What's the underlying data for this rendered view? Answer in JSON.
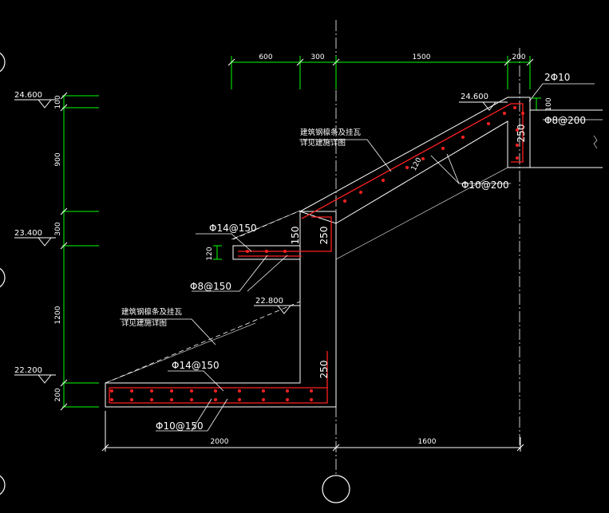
{
  "top_dimensions": [
    "600",
    "300",
    "1500",
    "200"
  ],
  "left_dimensions": [
    "100",
    "900",
    "300",
    "1200",
    "200"
  ],
  "bottom_dimensions": [
    "2000",
    "1600"
  ],
  "levels": [
    "24.600",
    "23.400",
    "22.200",
    "24.600",
    "22.800"
  ],
  "rebar_labels": {
    "top_bars": "2Φ10",
    "beam_stirrup": "Φ8@200",
    "slab_bars": "Φ10@200",
    "ledge_top": "Φ14@150",
    "ledge_bottom": "Φ8@150",
    "base_top": "Φ14@150",
    "base_bottom": "Φ10@150"
  },
  "section_dims": {
    "beam_100": "100",
    "beam_250": "250",
    "slab_120": "120",
    "wall_150": "150",
    "wall_250": "250",
    "ledge_120": "120",
    "base_250": "250"
  },
  "notes": {
    "upper_line1": "建筑钢檩条及挂瓦",
    "upper_line2": "详见建施详图",
    "lower_line1": "建筑钢檩条及挂瓦",
    "lower_line2": "详见建施详图"
  },
  "colors": {
    "background": "#000000",
    "dimension": "#00ff00",
    "concrete": "#ffffff",
    "rebar": "#ff2020",
    "axis": "#ffffff"
  }
}
